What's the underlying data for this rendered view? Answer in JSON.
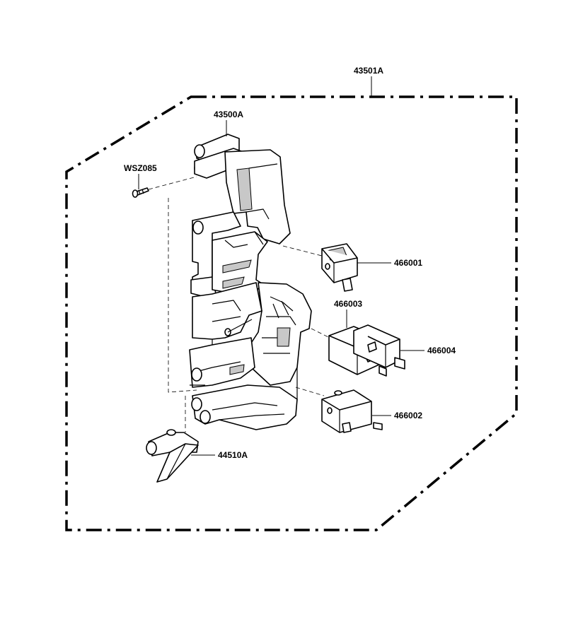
{
  "labels": {
    "assembly": "43501A",
    "frame": "43500A",
    "screw": "WSZ085",
    "switch_top": "466001",
    "switch_middle_left": "466003",
    "switch_middle_right": "466004",
    "switch_bottom": "466002",
    "lever": "44510A"
  }
}
